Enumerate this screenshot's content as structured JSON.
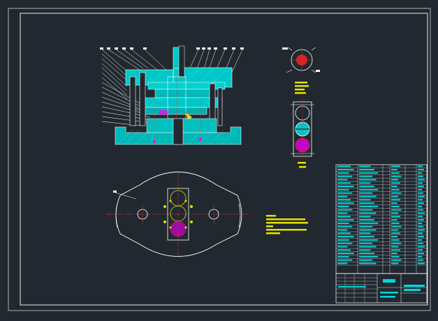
{
  "window": {
    "background": "#212830"
  },
  "colors": {
    "frame": "#ffffff",
    "cyan": "#00e0e0",
    "yellow": "#e8e000",
    "red": "#ff2020",
    "magenta": "#e000e0",
    "white": "#ffffff",
    "title_block_cyan": "#00d8d8"
  },
  "notes": {
    "side_view_note_lines": [
      "— —",
      "— —",
      "— —",
      "— —"
    ],
    "bottom_note_label": "——"
  },
  "icons": {
    "main_section": "section-view-drawing",
    "plan_view": "plan-view-drawing",
    "part_detail": "part-detail-drawing",
    "title_block": "title-block-table"
  }
}
